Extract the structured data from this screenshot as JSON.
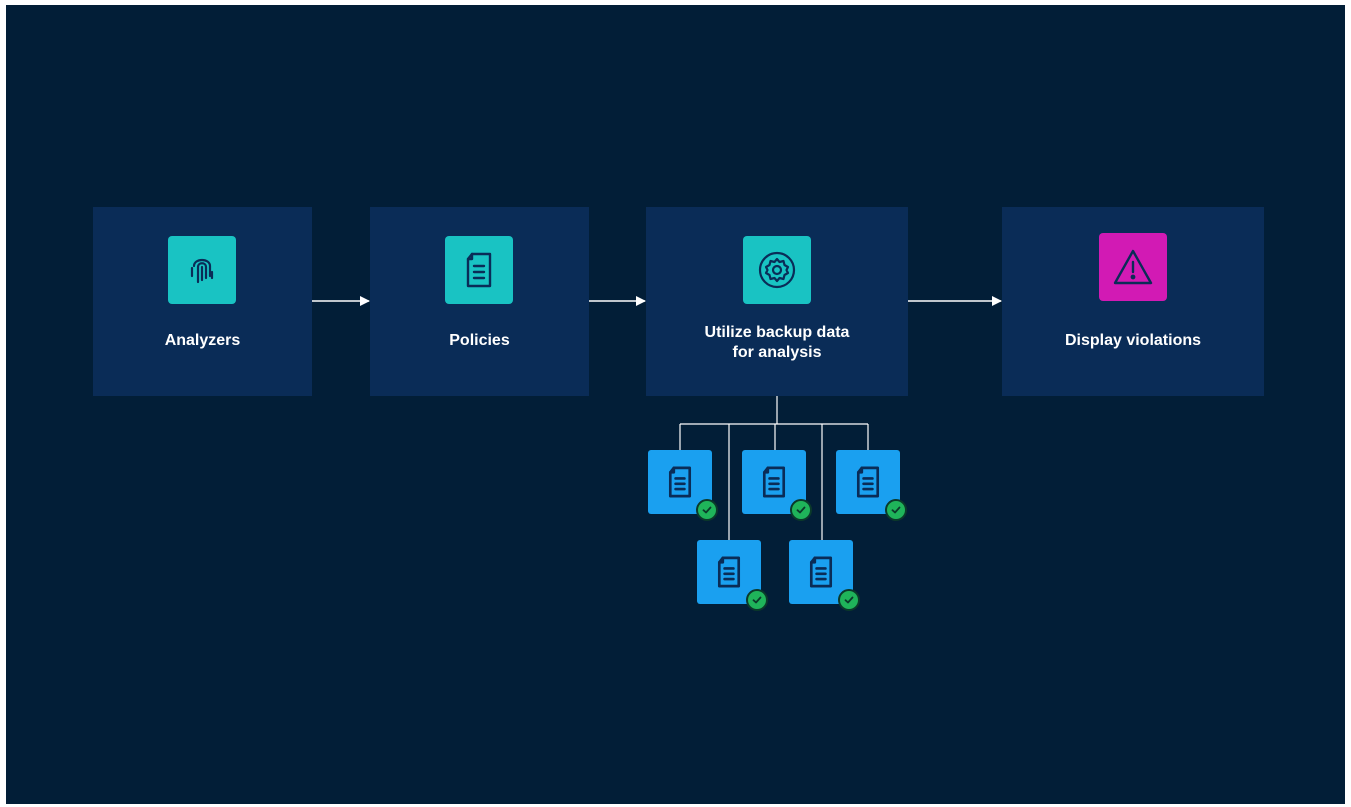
{
  "steps": {
    "analyzers": {
      "label": "Analyzers",
      "icon": "fingerprint-icon"
    },
    "policies": {
      "label": "Policies",
      "icon": "document-icon"
    },
    "utilize": {
      "label": "Utilize backup data\nfor analysis",
      "icon": "gear-icon"
    },
    "violations": {
      "label": "Display violations",
      "icon": "warning-icon"
    }
  },
  "backup_files": {
    "count": 5,
    "icon": "document-icon",
    "status_icon": "check-circle-icon"
  },
  "colors": {
    "background": "#021e37",
    "box": "#0a2c57",
    "teal": "#19c3c3",
    "magenta": "#d21ab4",
    "doc_blue": "#1aa0f0",
    "check_green": "#1fb45a",
    "connector": "#ffffff"
  }
}
